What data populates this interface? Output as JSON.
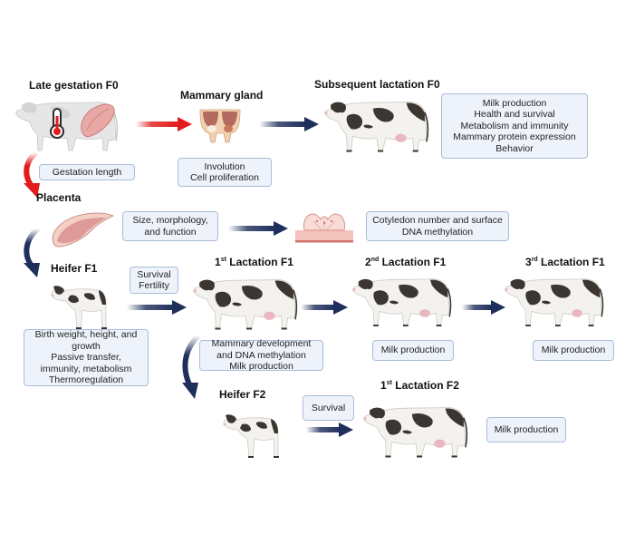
{
  "title_labels": {
    "late_gestation_f0": "Late gestation F0",
    "mammary_gland": "Mammary gland",
    "subsequent_lactation_f0": "Subsequent lactation F0",
    "placenta": "Placenta",
    "heifer_f1": "Heifer F1",
    "lactation1_f1": {
      "num": "1",
      "sup": "st",
      "rest": " Lactation F1"
    },
    "lactation2_f1": {
      "num": "2",
      "sup": "nd",
      "rest": " Lactation F1"
    },
    "lactation3_f1": {
      "num": "3",
      "sup": "rd",
      "rest": " Lactation F1"
    },
    "heifer_f2": "Heifer F2",
    "lactation1_f2": {
      "num": "1",
      "sup": "st",
      "rest": " Lactation F2"
    }
  },
  "boxes": {
    "gestation_length": [
      "Gestation length"
    ],
    "mammary": [
      "Involution",
      "Cell proliferation"
    ],
    "subsequent_f0": [
      "Milk production",
      "Health and survival",
      "Metabolism and immunity",
      "Mammary protein expression",
      "Behavior"
    ],
    "placenta": [
      "Size, morphology,",
      "and function"
    ],
    "cotyledon": [
      "Cotyledon number and surface",
      "DNA methylation"
    ],
    "heifer_f1_transition": [
      "Survival",
      "Fertility"
    ],
    "heifer_f1": [
      "Birth weight, height, and",
      "growth",
      "Passive transfer,",
      "immunity, metabolism",
      "Thermoregulation"
    ],
    "lactation1_f1": [
      "Mammary development",
      "and DNA methylation",
      "Milk production"
    ],
    "lactation2_f1": [
      "Milk production"
    ],
    "lactation3_f1": [
      "Milk production"
    ],
    "heifer_f2_transition": [
      "Survival"
    ],
    "lactation1_f2": [
      "Milk production"
    ]
  },
  "colors": {
    "heat_stress_arrow": "#e31b1b",
    "flow_arrow": "#1f2f5c",
    "box_fill": "#eef3fb",
    "box_border": "#a9bcd8"
  }
}
